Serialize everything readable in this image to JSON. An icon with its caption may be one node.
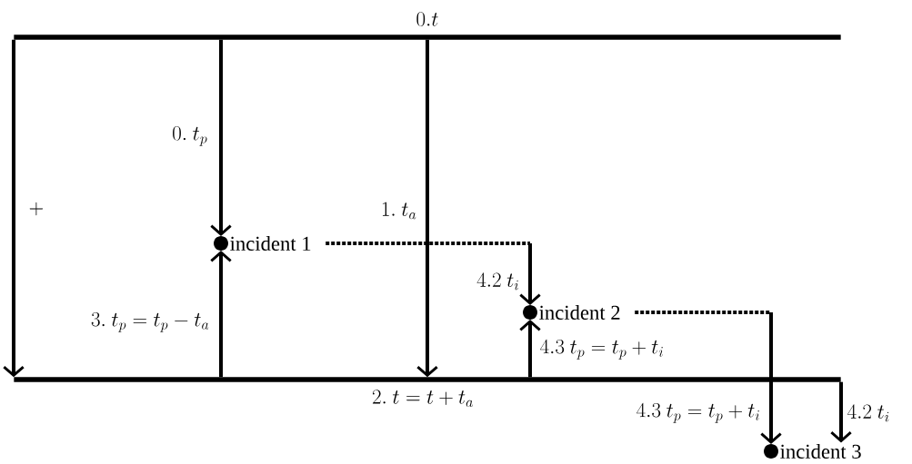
{
  "diagram": {
    "nodes": [
      {
        "text": [],
        "shape": "bar",
        "beside": [
          "0.t"
        ]
      },
      {
        "text": [],
        "shape": "bar",
        "beside": [
          "2.\\ t = t + t_a"
        ]
      },
      {
        "text": [
          "incident 1"
        ]
      },
      {
        "text": [
          "incident 2"
        ]
      },
      {
        "text": [
          "incident 3"
        ]
      }
    ],
    "edges": [
      {
        "from": 0,
        "to": 1,
        "arrow": "to",
        "label": "+"
      },
      {
        "from": 0,
        "to": 2,
        "arrow": "to",
        "label": "0.\\ t_p"
      },
      {
        "from": 1,
        "to": 2,
        "arrow": "to",
        "label": "3.\\ t_p = t_p - t_a"
      },
      {
        "from": 0,
        "to": 1,
        "arrow": "to",
        "label": "1.\\ t_a"
      },
      {
        "from": 2,
        "to": 3,
        "arrow": "to",
        "style": "dashed",
        "label": "4.2\\ t_i"
      },
      {
        "from": 1,
        "to": 3,
        "arrow": "to",
        "label": "4.3\\ t_p = t_p + t_i"
      },
      {
        "from": 3,
        "to": 4,
        "arrow": "to",
        "style": "dashed",
        "label": "4.3\\ t_p = t_p + t_i"
      },
      {
        "from": 1,
        "to": 4,
        "arrow": "to",
        "label": "4.2\\ t_i"
      }
    ]
  }
}
